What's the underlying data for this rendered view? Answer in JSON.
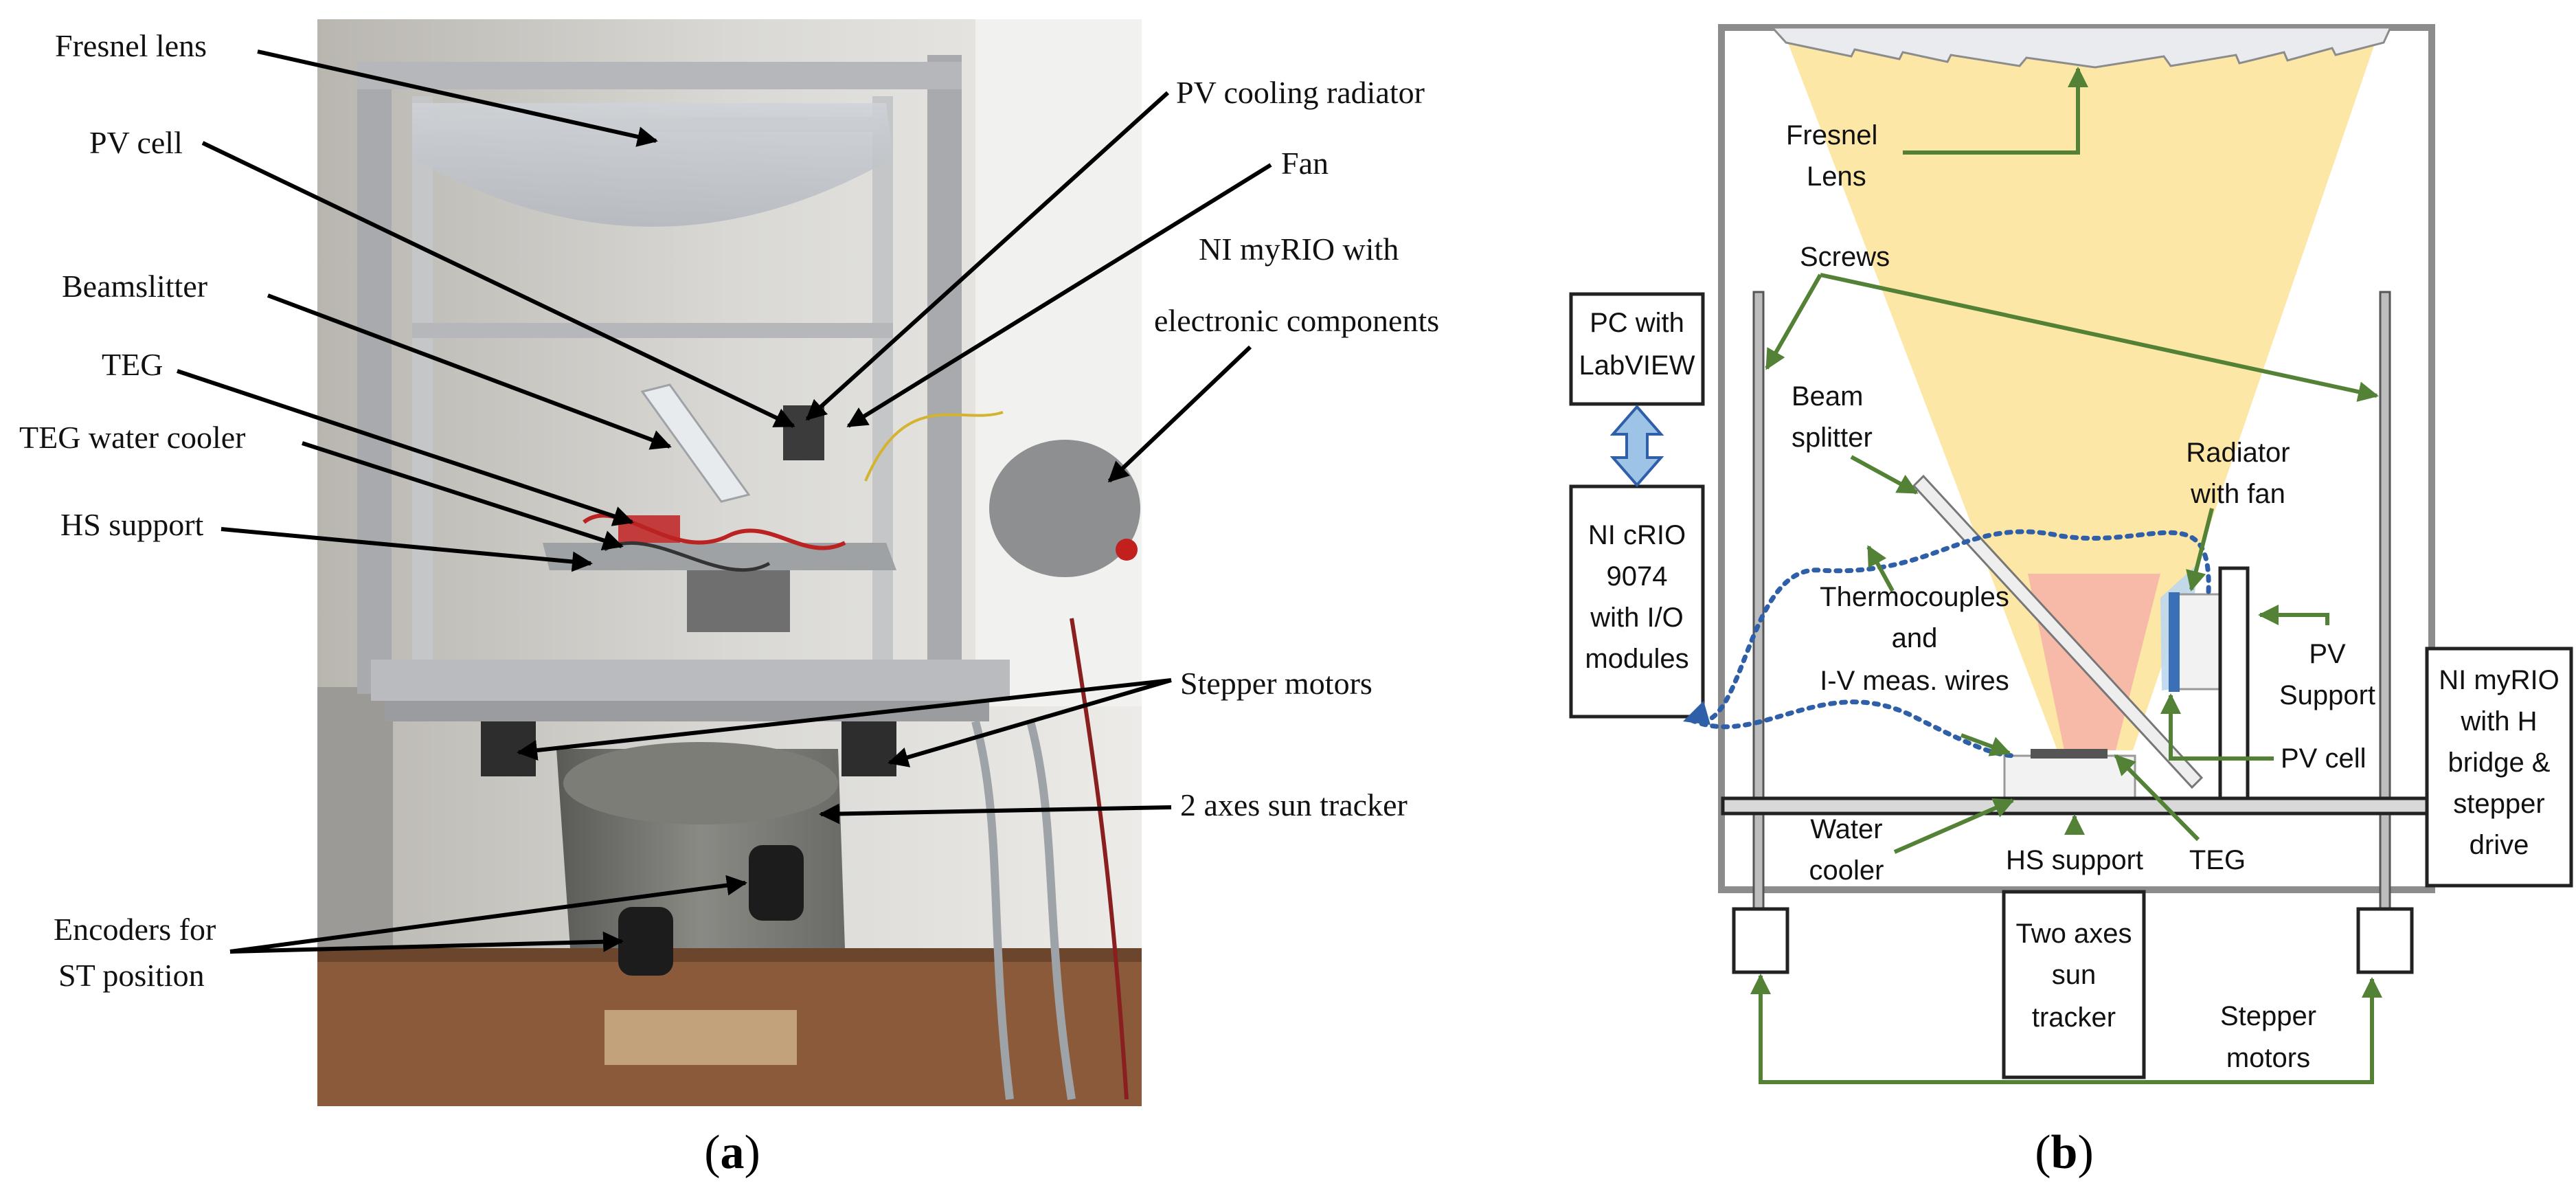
{
  "panel_a": {
    "caption_letter": "a",
    "labels": {
      "fresnel_lens": "Fresnel lens",
      "pv_cell": "PV cell",
      "beamsplitter": "Beamslitter",
      "teg": "TEG",
      "teg_water_cooler": "TEG water cooler",
      "hs_support": "HS support",
      "pv_cooling_radiator": "PV cooling radiator",
      "fan": "Fan",
      "myrio_line1": "NI myRIO with",
      "myrio_line2": "electronic components",
      "stepper_motors": "Stepper motors",
      "sun_tracker": "2 axes sun tracker",
      "encoders_line1": "Encoders for",
      "encoders_line2": "ST position"
    }
  },
  "panel_b": {
    "caption_letter": "b",
    "labels": {
      "fresnel_line1": "Fresnel",
      "fresnel_line2": "Lens",
      "screws": "Screws",
      "pc_line1": "PC with",
      "pc_line2": "LabVIEW",
      "crio_line1": "NI cRIO",
      "crio_line2": "9074",
      "crio_line3": "with I/O",
      "crio_line4": "modules",
      "beam_line1": "Beam",
      "beam_line2": "splitter",
      "radiator_line1": "Radiator",
      "radiator_line2": "with fan",
      "thermo_line1": "Thermocouples",
      "thermo_line2": "and",
      "thermo_line3": "I-V meas. wires",
      "pv_support_line1": "PV",
      "pv_support_line2": "Support",
      "pv_cell": "PV cell",
      "myrio_line1": "NI myRIO",
      "myrio_line2": "with H",
      "myrio_line3": "bridge &",
      "myrio_line4": "stepper",
      "myrio_line5": "drive",
      "water_line1": "Water",
      "water_line2": "cooler",
      "hs_support": "HS support",
      "teg": "TEG",
      "tracker_line1": "Two axes",
      "tracker_line2": "sun",
      "tracker_line3": "tracker",
      "stepper_line1": "Stepper",
      "stepper_line2": "motors"
    }
  },
  "colors": {
    "arrow_green": "#538135",
    "frame_gray": "#8c8c8c",
    "light_cone": "#fde7a6",
    "cone_red": "#f7b5a8",
    "cone_blue": "#bdd7ee",
    "wire_blue": "#2e5fa8",
    "double_arrow": "#9dc3e6"
  }
}
